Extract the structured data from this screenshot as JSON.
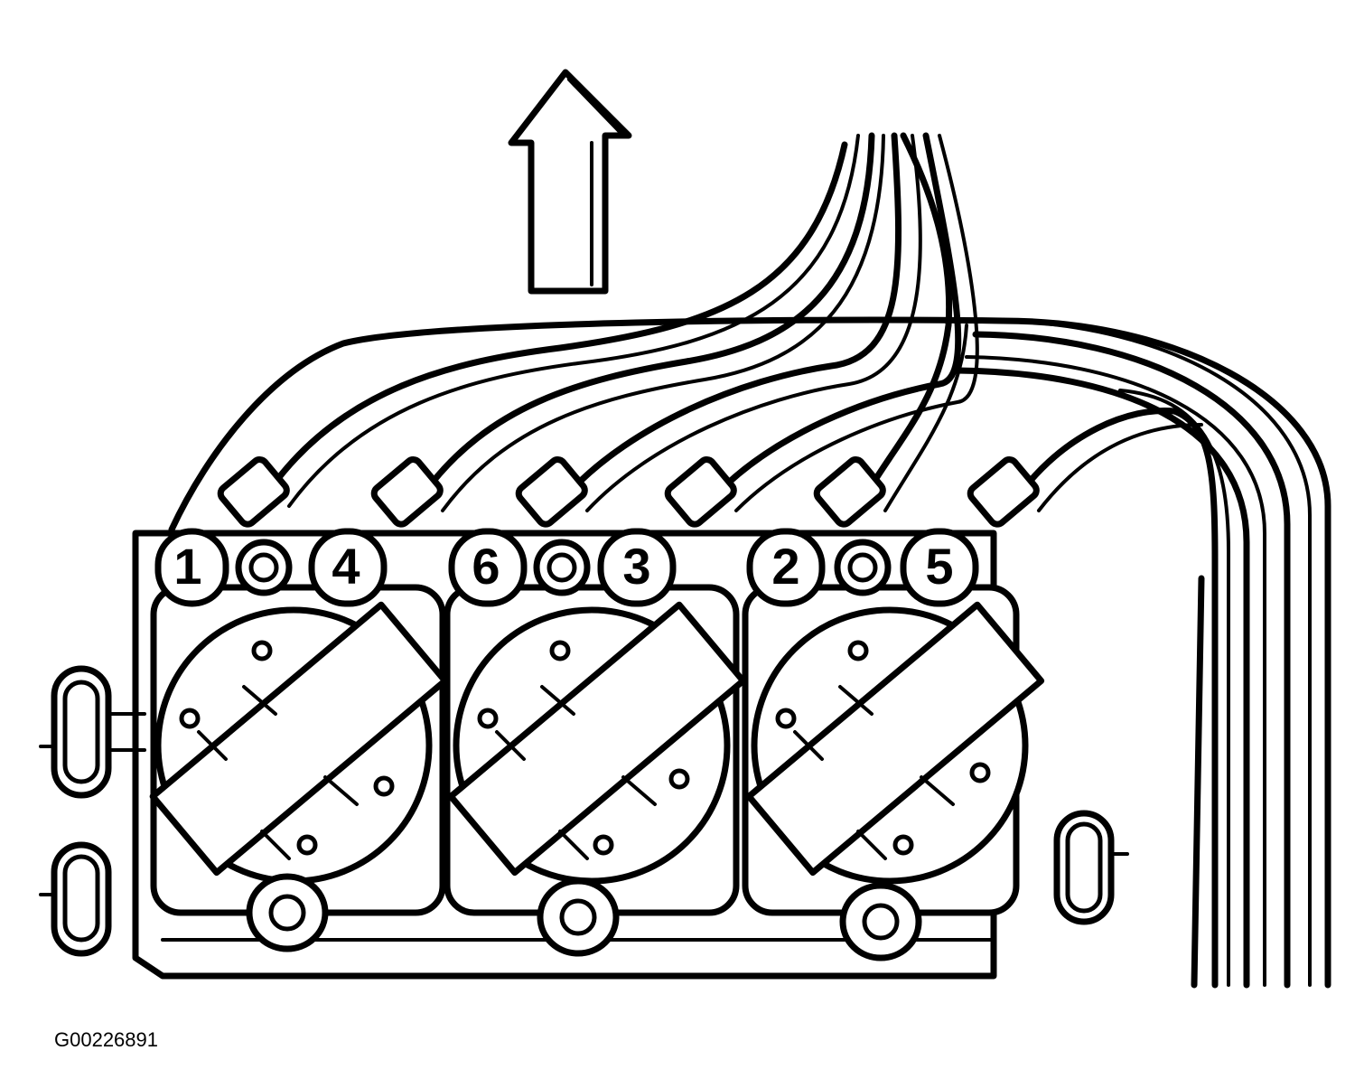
{
  "figure": {
    "code": "G00226891"
  },
  "cylinders": {
    "coil_front": {
      "left": "1",
      "right": "4"
    },
    "coil_middle": {
      "left": "6",
      "right": "3"
    },
    "coil_rear": {
      "left": "2",
      "right": "5"
    }
  },
  "icons": {
    "direction_arrow": "up-arrow-icon"
  }
}
